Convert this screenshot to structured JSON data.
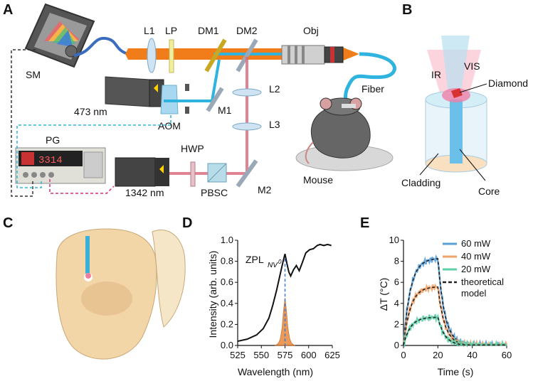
{
  "panels": {
    "a": "A",
    "b": "B",
    "c": "C",
    "d": "D",
    "e": "E"
  },
  "setup": {
    "sm": "SM",
    "l1": "L1",
    "lp": "LP",
    "dm1": "DM1",
    "dm2": "DM2",
    "obj": "Obj",
    "laser473": "473 nm",
    "aom": "AOM",
    "m1": "M1",
    "l2": "L2",
    "l3": "L3",
    "fiber": "Fiber",
    "pg": "PG",
    "hwp": "HWP",
    "laser1342": "1342 nm",
    "pbsc": "PBSC",
    "m2": "M2",
    "mouse": "Mouse",
    "pg_display": "3314"
  },
  "probe": {
    "vis": "VIS",
    "ir": "IR",
    "diamond": "Diamond",
    "cladding": "Cladding",
    "core": "Core"
  },
  "colors": {
    "blue": "#2fb4e0",
    "orange": "#f07d1a",
    "pink": "#d9667a",
    "peak": "#e88a3a"
  },
  "chart_data": [
    {
      "type": "line",
      "xlabel": "Wavelength (nm)",
      "ylabel": "Intensity (arb. units)",
      "xlim": [
        525,
        625
      ],
      "ylim": [
        0,
        1.0
      ],
      "xticks": [
        "525",
        "550",
        "575",
        "600",
        "625"
      ],
      "yticks": [
        "0.0",
        "0.2",
        "0.4",
        "0.6",
        "0.8",
        "1.0"
      ],
      "annotation": "ZPL",
      "annotation_sub": "NV",
      "annotation_sup": "0",
      "series": [
        {
          "x": [
            525,
            535,
            545,
            552,
            558,
            562,
            566,
            569,
            571,
            573,
            575,
            577,
            579,
            581,
            584,
            587,
            590,
            593,
            597,
            601,
            605,
            609,
            612,
            616,
            620,
            624
          ],
          "y": [
            0.04,
            0.06,
            0.1,
            0.16,
            0.26,
            0.38,
            0.52,
            0.64,
            0.72,
            0.8,
            0.87,
            0.78,
            0.7,
            0.66,
            0.72,
            0.76,
            0.71,
            0.78,
            0.88,
            0.91,
            0.92,
            0.95,
            0.96,
            0.95,
            0.96,
            0.95
          ]
        },
        {
          "x": [
            565,
            568,
            570,
            572,
            573.5,
            575,
            576.5,
            578,
            580,
            582,
            585
          ],
          "y": [
            0.0,
            0.02,
            0.06,
            0.17,
            0.33,
            0.45,
            0.33,
            0.17,
            0.06,
            0.02,
            0.0
          ]
        }
      ]
    },
    {
      "type": "line",
      "xlabel": "Time (s)",
      "ylabel": "ΔT (°C)",
      "xlim": [
        0,
        60
      ],
      "ylim": [
        0,
        10
      ],
      "xticks": [
        "0",
        "20",
        "40",
        "60"
      ],
      "yticks": [
        "0",
        "2",
        "4",
        "6",
        "8",
        "10"
      ],
      "series": [
        {
          "name": "60 mW",
          "plateau": 8.3
        },
        {
          "name": "40 mW",
          "plateau": 5.6
        },
        {
          "name": "20 mW",
          "plateau": 2.7
        }
      ],
      "model_label_1": "theoretical",
      "model_label_2": "model",
      "series_colors": [
        "#5aa0d8",
        "#f2a36a",
        "#5fd0a8"
      ]
    }
  ]
}
